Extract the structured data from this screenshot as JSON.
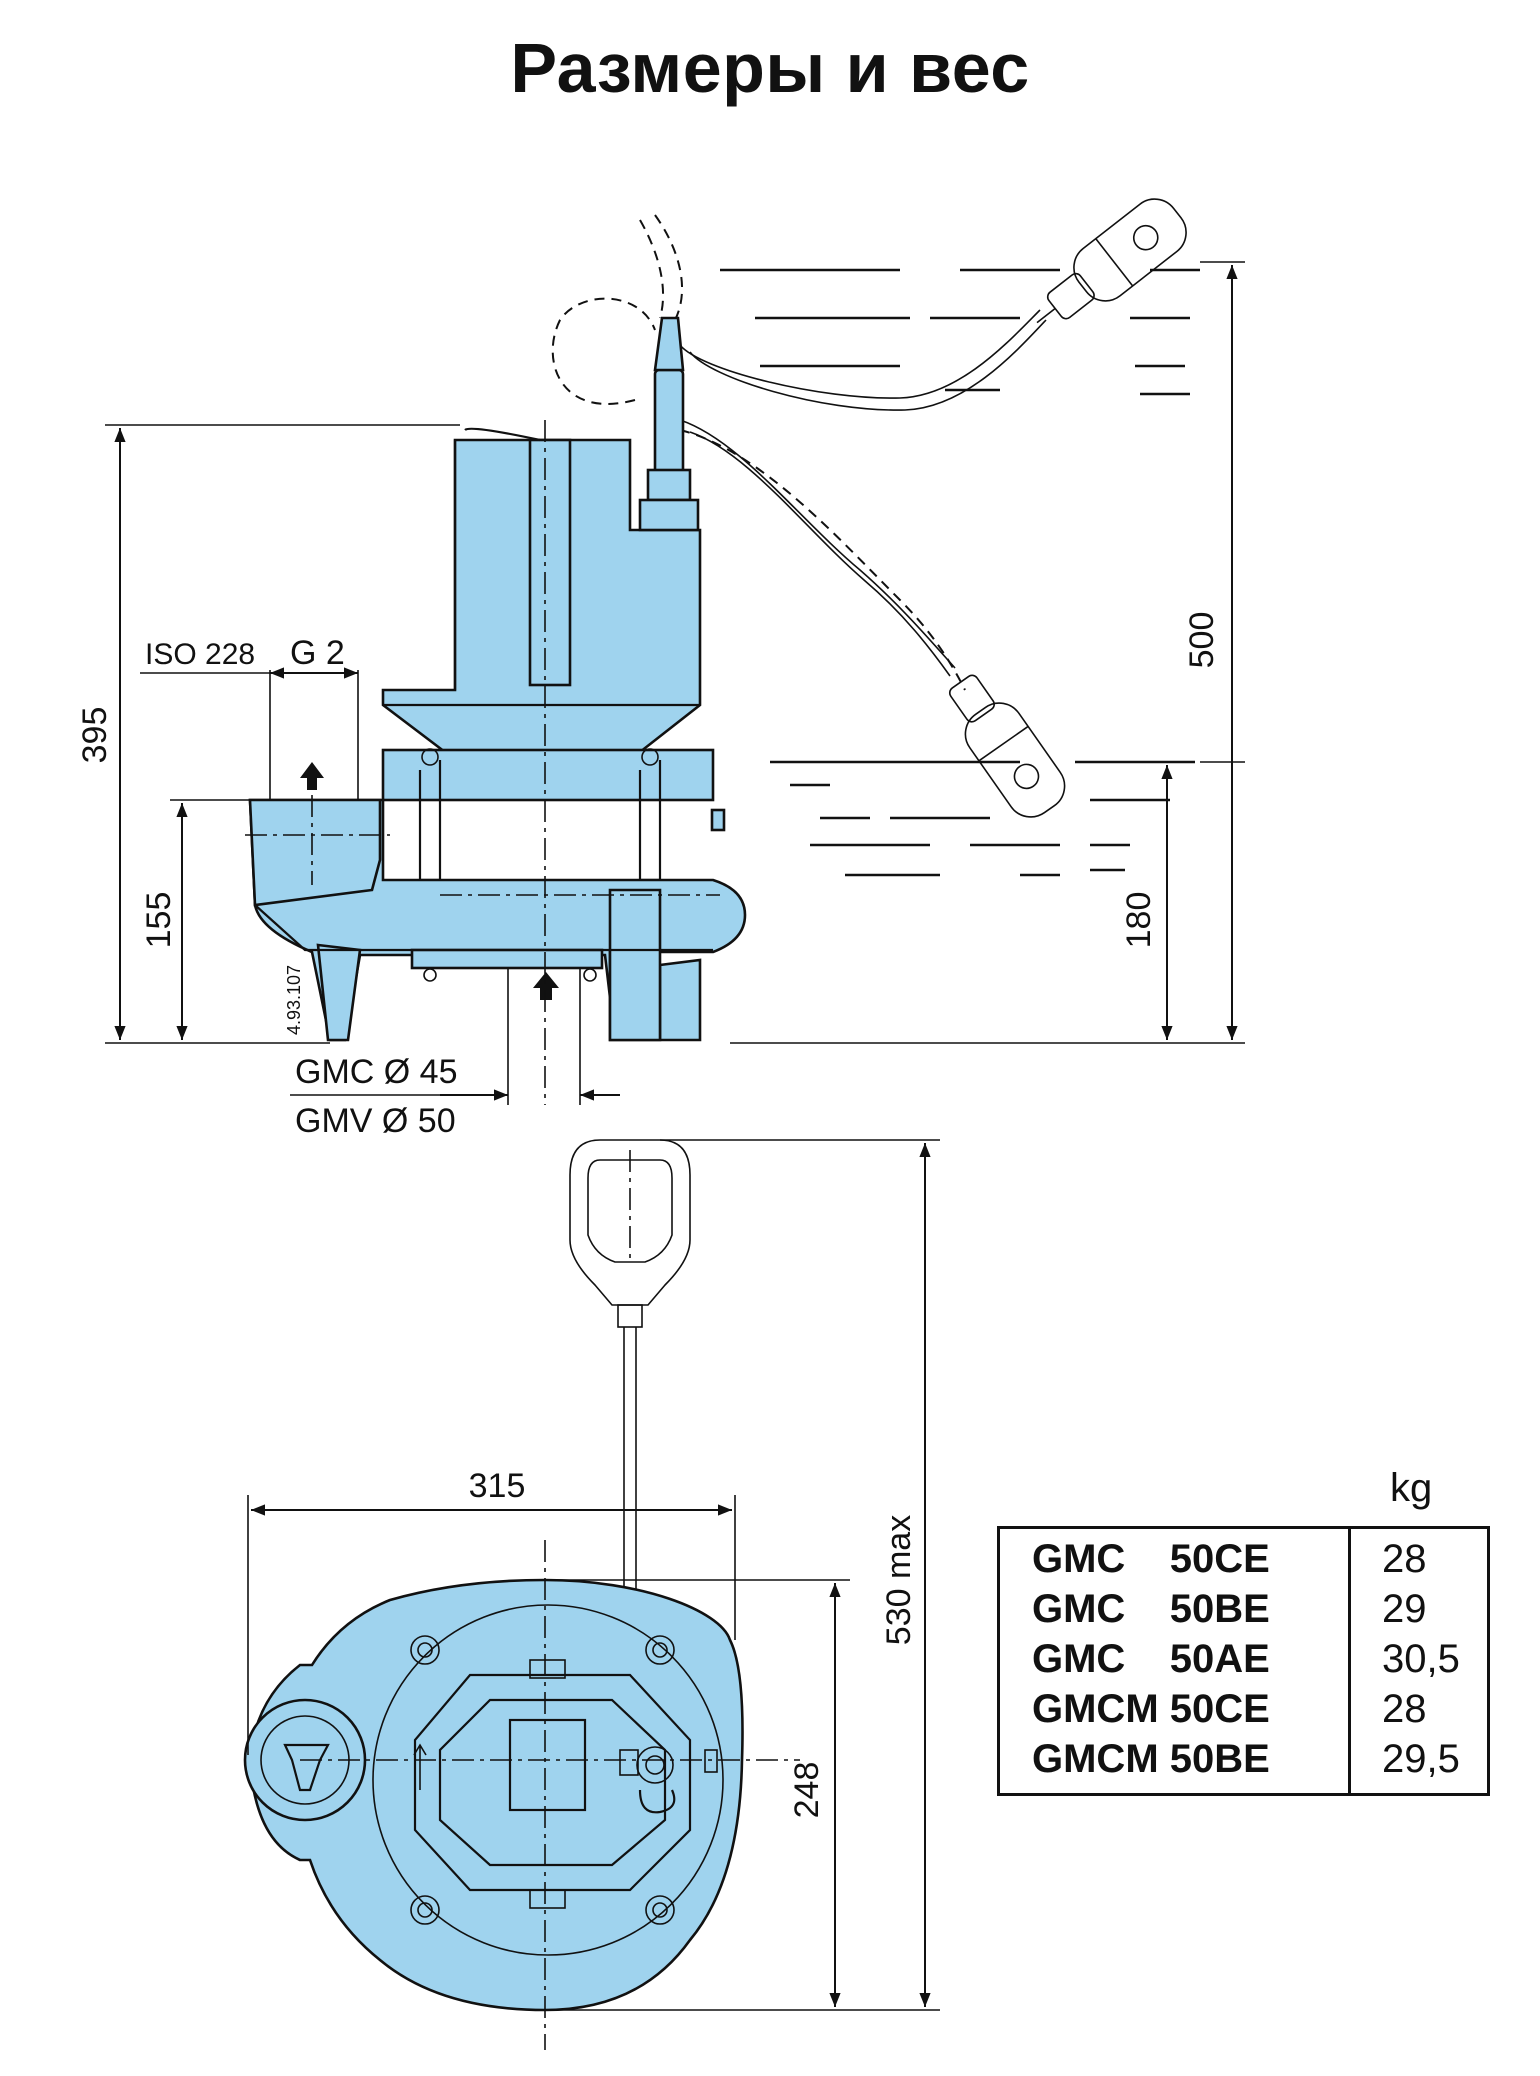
{
  "title": "Размеры и вес",
  "side_view": {
    "dim_height_total": "395",
    "dim_outlet_height": "155",
    "dim_water_max": "500",
    "dim_water_min": "180",
    "outlet_standard": "ISO 228",
    "outlet_thread": "G 2",
    "drawing_code": "4.93.107",
    "inlet_gmc": "GMC Ø 45",
    "inlet_gmv": "GMV Ø 50"
  },
  "top_view": {
    "dim_width": "315",
    "dim_depth": "248",
    "dim_length_max": "530 max"
  },
  "weights": {
    "unit": "kg",
    "rows": [
      {
        "model": "GMC    50CE",
        "weight": "28"
      },
      {
        "model": "GMC    50BE",
        "weight": "29"
      },
      {
        "model": "GMC    50AE",
        "weight": "30,5"
      },
      {
        "model": "GMCM 50CE",
        "weight": "28"
      },
      {
        "model": "GMCM 50BE",
        "weight": "29,5"
      }
    ]
  },
  "colors": {
    "pump_body": "#9fd3ee",
    "line": "#111111"
  }
}
